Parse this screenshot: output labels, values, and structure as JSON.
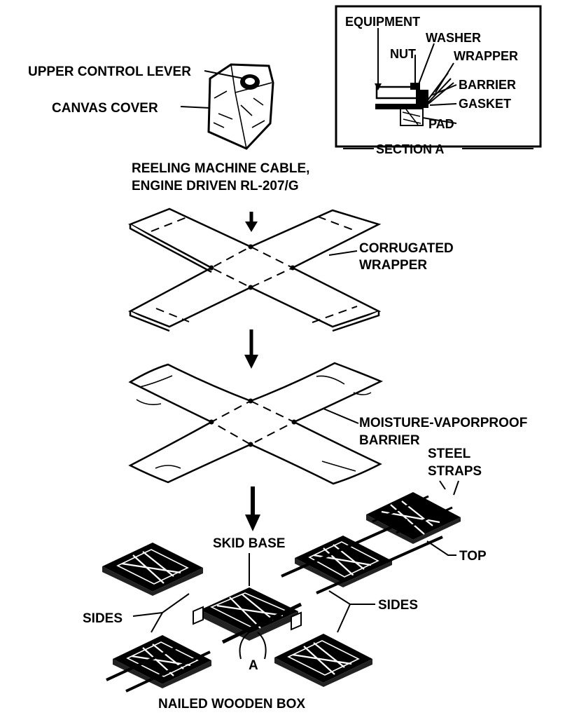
{
  "labels": {
    "upper_control_lever": "UPPER CONTROL LEVER",
    "canvas_cover": "CANVAS COVER",
    "equipment_line1": "REELING MACHINE CABLE,",
    "equipment_line2": "ENGINE DRIVEN RL-207/G",
    "corrugated_line1": "CORRUGATED",
    "corrugated_line2": "WRAPPER",
    "barrier_line1": "MOISTURE-VAPORPROOF",
    "barrier_line2": "BARRIER",
    "steel_line1": "STEEL",
    "steel_line2": "STRAPS",
    "skid_base": "SKID BASE",
    "top": "TOP",
    "sides_left": "SIDES",
    "sides_right": "SIDES",
    "section_marker": "A",
    "nailed_wooden_box": "NAILED WOODEN BOX"
  },
  "section_a": {
    "equipment": "EQUIPMENT",
    "washer": "WASHER",
    "nut": "NUT",
    "wrapper": "WRAPPER",
    "barrier": "BARRIER",
    "gasket": "GASKET",
    "pad": "PAD",
    "title": "SECTION A"
  }
}
